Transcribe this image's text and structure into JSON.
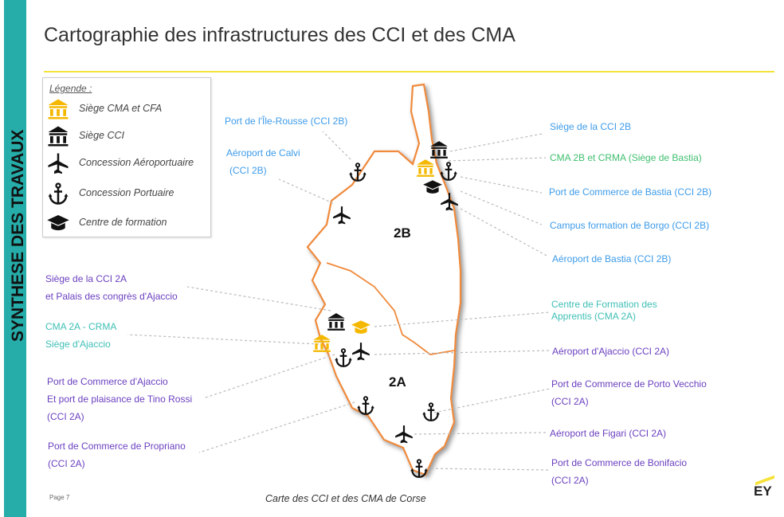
{
  "sidebar": {
    "title": "SYNTHESE DES TRAVAUX"
  },
  "title": "Cartographie des infrastructures des CCI et des CMA",
  "legend": {
    "title": "Légende :",
    "items": [
      {
        "icon": "cma-building-icon",
        "label": "Siège CMA et CFA"
      },
      {
        "icon": "cci-building-icon",
        "label": "Siège CCI"
      },
      {
        "icon": "airplane-icon",
        "label": "Concession Aéroportuaire"
      },
      {
        "icon": "anchor-icon",
        "label": "Concession Portuaire"
      },
      {
        "icon": "graduation-cap-icon",
        "label": "Centre de formation"
      }
    ]
  },
  "map": {
    "dept_2b": "2B",
    "dept_2a": "2A",
    "labels": [
      {
        "lines": [
          "Port de l'Île-Rousse (CCI 2B)"
        ]
      },
      {
        "lines": [
          "Aéroport de Calvi",
          "(CCI 2B)"
        ]
      },
      {
        "lines": [
          "Siège de la CCI 2B"
        ]
      },
      {
        "lines": [
          "CMA 2B et CRMA (Siège de Bastia)"
        ]
      },
      {
        "lines": [
          "Port de Commerce de Bastia (CCI 2B)"
        ]
      },
      {
        "lines": [
          "Campus formation de Borgo (CCI 2B)"
        ]
      },
      {
        "lines": [
          "Aéroport de Bastia (CCI 2B)"
        ]
      },
      {
        "lines": [
          "Siège de la CCI 2A",
          "et Palais des congrès d'Ajaccio"
        ]
      },
      {
        "lines": [
          "CMA 2A - CRMA",
          "Siège d'Ajaccio"
        ]
      },
      {
        "lines": [
          "Centre de Formation des",
          "Apprentis (CMA 2A)"
        ]
      },
      {
        "lines": [
          "Aéroport d'Ajaccio (CCI 2A)"
        ]
      },
      {
        "lines": [
          "Port de Commerce d'Ajaccio",
          "Et port de plaisance de Tino Rossi",
          "(CCI 2A)"
        ]
      },
      {
        "lines": [
          "Port de Commerce de Porto Vecchio",
          "(CCI 2A)"
        ]
      },
      {
        "lines": [
          "Aéroport de Figari (CCI 2A)"
        ]
      },
      {
        "lines": [
          "Port de Commerce de Propriano",
          "(CCI 2A)"
        ]
      },
      {
        "lines": [
          "Port de Commerce de Bonifacio",
          "(CCI 2A)"
        ]
      }
    ]
  },
  "footer": {
    "page": "Page 7",
    "caption": "Carte des CCI et des CMA de Corse",
    "logo": "EY"
  },
  "colors": {
    "sidebar": "#26ada9",
    "accent": "#f5e23a",
    "outline": "#f08a3c",
    "cma": "#f5b800"
  }
}
